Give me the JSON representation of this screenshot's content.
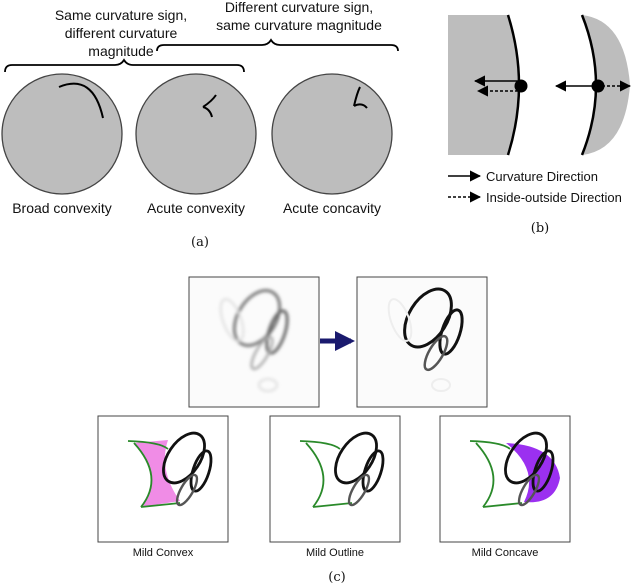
{
  "panel_a": {
    "brace_left_label_lines": [
      "Same curvature sign,",
      "different curvature",
      "magnitude"
    ],
    "brace_right_label_lines": [
      "Different curvature sign,",
      "same curvature magnitude"
    ],
    "circles": [
      {
        "caption": "Broad convexity"
      },
      {
        "caption": "Acute convexity"
      },
      {
        "caption": "Acute concavity"
      }
    ],
    "caption": "(a)"
  },
  "panel_b": {
    "legend_curvature": "Curvature Direction",
    "legend_inside_outside": "Inside-outside Direction",
    "caption": "(b)"
  },
  "panel_c": {
    "bottom_captions": [
      "Mild Convex",
      "Mild Outline",
      "Mild Concave"
    ],
    "caption": "(c)"
  },
  "colors": {
    "fill_gray": "#bdbdbd",
    "arrow_navy": "#1a1a6e",
    "convex_pink": "#f08ce6",
    "concave_purple": "#9b30f0",
    "outline_green": "#2a8a2a"
  }
}
